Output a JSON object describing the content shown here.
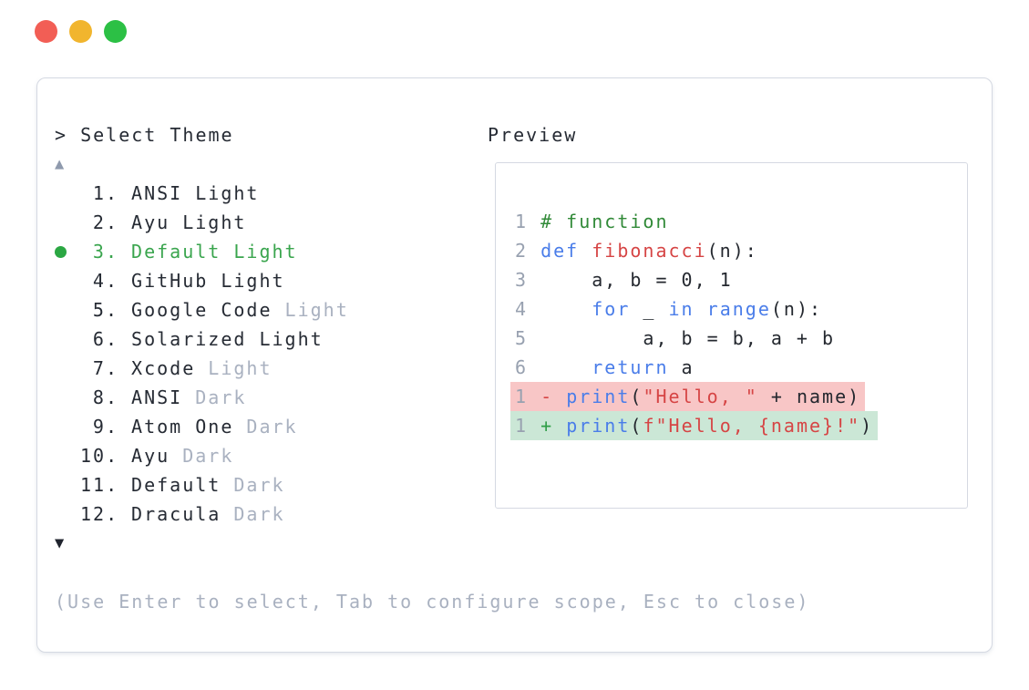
{
  "window": {
    "traffic_lights": [
      {
        "name": "close",
        "color": "#f25e55"
      },
      {
        "name": "minimize",
        "color": "#f1b52e"
      },
      {
        "name": "maximize",
        "color": "#2cc045"
      }
    ]
  },
  "colors": {
    "accent_green": "#3aa54e",
    "bullet_green": "#2ba743",
    "dim_gray": "#a9b1c0",
    "line_number_gray": "#98a1b0",
    "keyword_blue": "#4a7de9",
    "string_red": "#d64545",
    "comment_green": "#318a38",
    "diff_removed_bg": "#f8c6c6",
    "diff_added_bg": "#cbe7d6",
    "panel_border": "#d5d9e2"
  },
  "theme_selector": {
    "prompt": ">",
    "title": "Select Theme",
    "scroll_up_indicator": "▲",
    "scroll_down_indicator": "▼",
    "items": [
      {
        "number": "1.",
        "name": "ANSI",
        "variant": "Light",
        "variant_dimmed": false,
        "selected": false
      },
      {
        "number": "2.",
        "name": "Ayu",
        "variant": "Light",
        "variant_dimmed": false,
        "selected": false
      },
      {
        "number": "3.",
        "name": "Default",
        "variant": "Light",
        "variant_dimmed": false,
        "selected": true
      },
      {
        "number": "4.",
        "name": "GitHub",
        "variant": "Light",
        "variant_dimmed": false,
        "selected": false
      },
      {
        "number": "5.",
        "name": "Google Code",
        "variant": "Light",
        "variant_dimmed": true,
        "selected": false
      },
      {
        "number": "6.",
        "name": "Solarized",
        "variant": "Light",
        "variant_dimmed": false,
        "selected": false
      },
      {
        "number": "7.",
        "name": "Xcode",
        "variant": "Light",
        "variant_dimmed": true,
        "selected": false
      },
      {
        "number": "8.",
        "name": "ANSI",
        "variant": "Dark",
        "variant_dimmed": true,
        "selected": false
      },
      {
        "number": "9.",
        "name": "Atom One",
        "variant": "Dark",
        "variant_dimmed": true,
        "selected": false
      },
      {
        "number": "10.",
        "name": "Ayu",
        "variant": "Dark",
        "variant_dimmed": true,
        "selected": false
      },
      {
        "number": "11.",
        "name": "Default",
        "variant": "Dark",
        "variant_dimmed": true,
        "selected": false
      },
      {
        "number": "12.",
        "name": "Dracula",
        "variant": "Dark",
        "variant_dimmed": true,
        "selected": false
      }
    ],
    "hint": "(Use Enter to select, Tab to configure scope, Esc to close)"
  },
  "preview": {
    "title": "Preview",
    "code_lines": [
      {
        "number": "1",
        "diff": null,
        "tokens": [
          {
            "text": "# function",
            "type": "comment"
          }
        ]
      },
      {
        "number": "2",
        "diff": null,
        "tokens": [
          {
            "text": "def",
            "type": "keyword"
          },
          {
            "text": " ",
            "type": "plain"
          },
          {
            "text": "fibonacci",
            "type": "func"
          },
          {
            "text": "(n):",
            "type": "plain"
          }
        ]
      },
      {
        "number": "3",
        "diff": null,
        "tokens": [
          {
            "text": "    a, b = 0, 1",
            "type": "plain"
          }
        ]
      },
      {
        "number": "4",
        "diff": null,
        "tokens": [
          {
            "text": "    ",
            "type": "plain"
          },
          {
            "text": "for",
            "type": "keyword"
          },
          {
            "text": " _ ",
            "type": "plain"
          },
          {
            "text": "in",
            "type": "keyword"
          },
          {
            "text": " ",
            "type": "plain"
          },
          {
            "text": "range",
            "type": "keyword"
          },
          {
            "text": "(n):",
            "type": "plain"
          }
        ]
      },
      {
        "number": "5",
        "diff": null,
        "tokens": [
          {
            "text": "        a, b = b, a + b",
            "type": "plain"
          }
        ]
      },
      {
        "number": "6",
        "diff": null,
        "tokens": [
          {
            "text": "    ",
            "type": "plain"
          },
          {
            "text": "return",
            "type": "keyword"
          },
          {
            "text": " a",
            "type": "plain"
          }
        ]
      },
      {
        "number": "",
        "diff": null,
        "tokens": []
      },
      {
        "number": "1",
        "diff": "removed",
        "tokens": [
          {
            "text": "-",
            "type": "del-sign"
          },
          {
            "text": " ",
            "type": "plain"
          },
          {
            "text": "print",
            "type": "keyword"
          },
          {
            "text": "(",
            "type": "plain"
          },
          {
            "text": "\"Hello, \"",
            "type": "string"
          },
          {
            "text": " + name)",
            "type": "plain"
          }
        ]
      },
      {
        "number": "1",
        "diff": "added",
        "tokens": [
          {
            "text": "+",
            "type": "add-sign"
          },
          {
            "text": " ",
            "type": "plain"
          },
          {
            "text": "print",
            "type": "keyword"
          },
          {
            "text": "(",
            "type": "plain"
          },
          {
            "text": "f\"Hello, {name}!\"",
            "type": "string"
          },
          {
            "text": ")",
            "type": "plain"
          }
        ]
      }
    ]
  }
}
